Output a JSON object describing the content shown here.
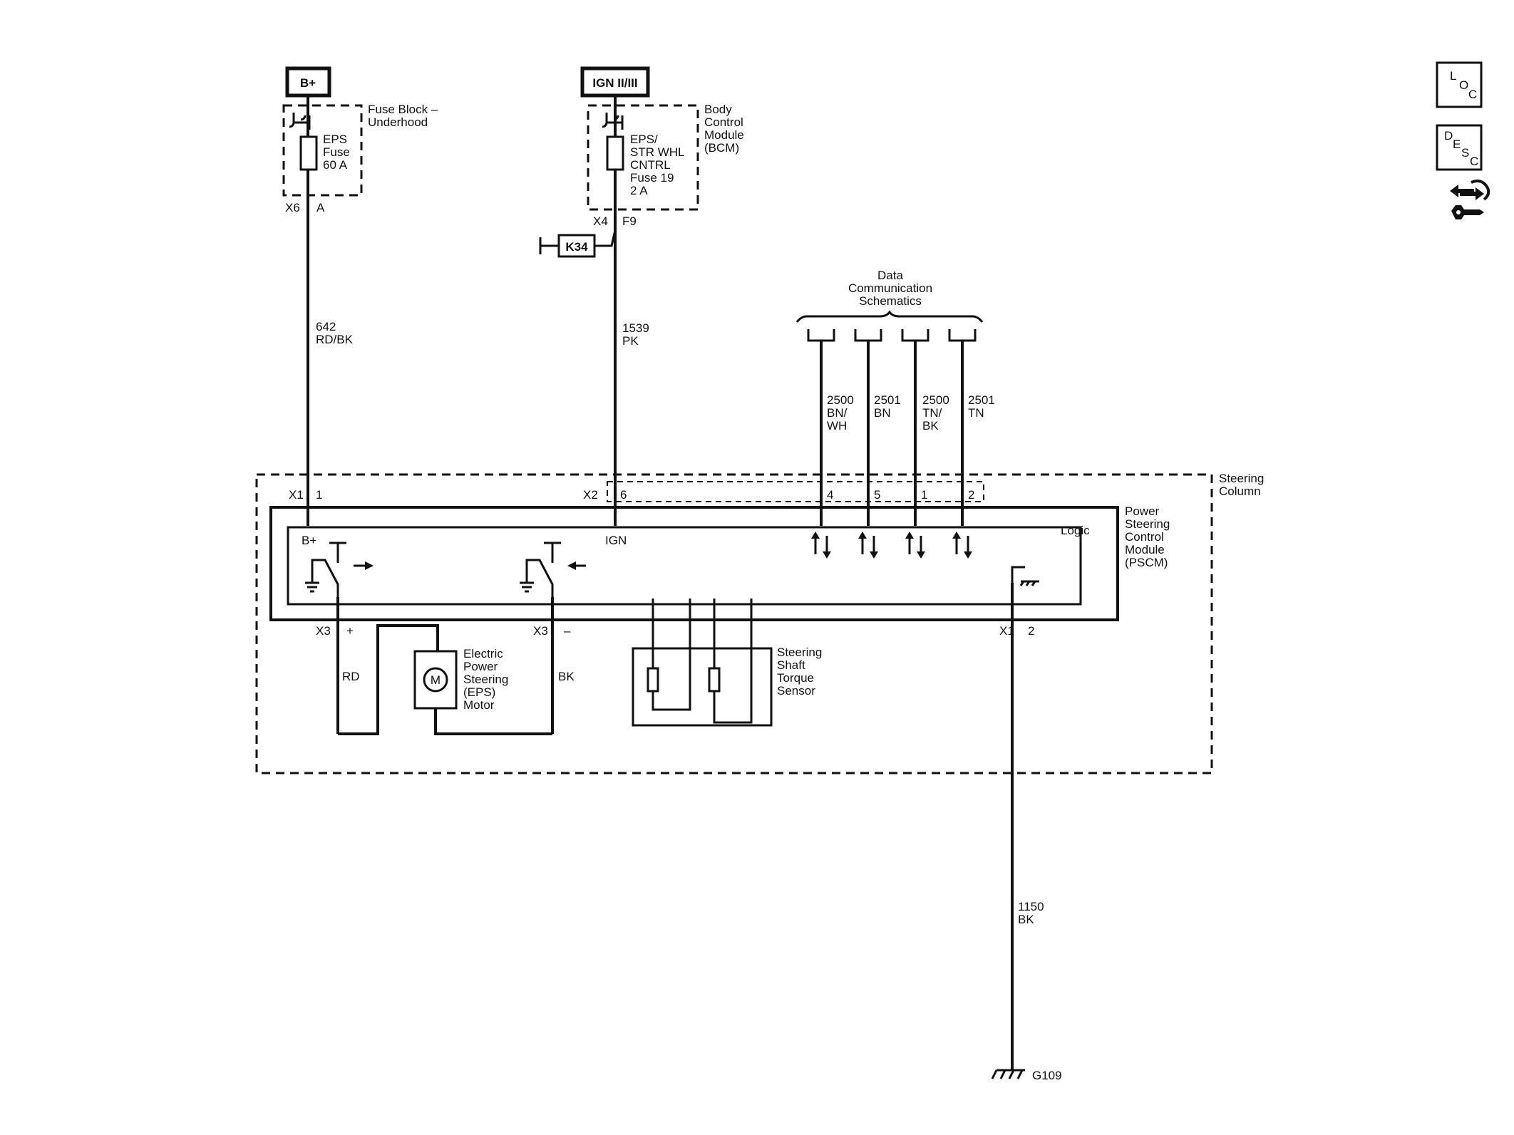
{
  "power_sources": {
    "bplus": "B+",
    "ign": "IGN II/III"
  },
  "fuse_block": {
    "label_line1": "Fuse Block –",
    "label_line2": "Underhood",
    "fuse_line1": "EPS",
    "fuse_line2": "Fuse",
    "fuse_line3": "60 A",
    "connector": "X6",
    "pin": "A"
  },
  "bcm": {
    "label_line1": "Body",
    "label_line2": "Control",
    "label_line3": "Module",
    "label_line4": "(BCM)",
    "fuse_line1": "EPS/",
    "fuse_line2": "STR WHL",
    "fuse_line3": "CNTRL",
    "fuse_line4": "Fuse 19",
    "fuse_line5": "2 A",
    "connector": "X4",
    "pin": "F9",
    "relay": "K34"
  },
  "wires": {
    "w642_num": "642",
    "w642_color": "RD/BK",
    "w1539_num": "1539",
    "w1539_color": "PK",
    "w2500a_num": "2500",
    "w2500a_color1": "BN/",
    "w2500a_color2": "WH",
    "w2501a_num": "2501",
    "w2501a_color": "BN",
    "w2500b_num": "2500",
    "w2500b_color1": "TN/",
    "w2500b_color2": "BK",
    "w2501b_num": "2501",
    "w2501b_color": "TN",
    "w1150_num": "1150",
    "w1150_color": "BK",
    "motor_plus_color": "RD",
    "motor_minus_color": "BK"
  },
  "data_comm": {
    "line1": "Data",
    "line2": "Communication",
    "line3": "Schematics"
  },
  "steering_column": {
    "line1": "Steering",
    "line2": "Column"
  },
  "pscm": {
    "line1": "Power",
    "line2": "Steering",
    "line3": "Control",
    "line4": "Module",
    "line5": "(PSCM)",
    "logic": "Logic",
    "bplus_label": "B+",
    "ign_label": "IGN",
    "x1": "X1",
    "x1_pin1": "1",
    "x2": "X2",
    "x2_pin6": "6",
    "pin4": "4",
    "pin5": "5",
    "pin1": "1",
    "pin2": "2",
    "x3_plus_conn": "X3",
    "x3_plus_pin": "+",
    "x3_minus_conn": "X3",
    "x3_minus_pin": "–",
    "x1_gnd_conn": "X1",
    "x1_gnd_pin": "2"
  },
  "motor": {
    "symbol": "M",
    "line1": "Electric",
    "line2": "Power",
    "line3": "Steering",
    "line4": "(EPS)",
    "line5": "Motor"
  },
  "torque_sensor": {
    "line1": "Steering",
    "line2": "Shaft",
    "line3": "Torque",
    "line4": "Sensor"
  },
  "ground": {
    "label": "G109"
  },
  "side_icons": {
    "loc_l": "L",
    "loc_o": "O",
    "loc_c": "C",
    "desc_d": "D",
    "desc_e": "E",
    "desc_s": "S",
    "desc_c": "C",
    "loc_name": "location-icon",
    "desc_name": "description-icon",
    "connector_name": "connector-tool-icon"
  }
}
